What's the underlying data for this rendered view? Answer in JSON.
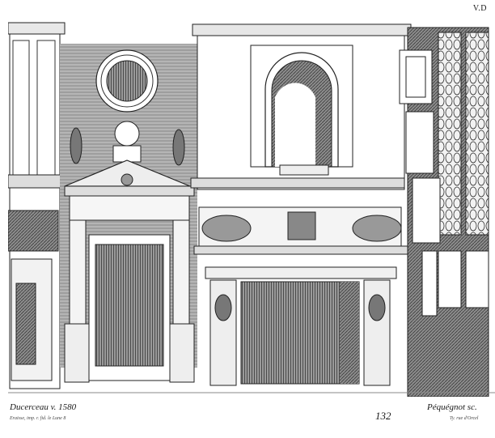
{
  "plate": {
    "volume_mark": "V.D",
    "subject": "Renaissance interior elevation with doorway, chimneypiece and mullioned window",
    "captions": {
      "artist": "Ducerceau v. 1580",
      "printer": "Eraisse, imp. r. fid. le Lune 8",
      "plate_number": "132",
      "engraver": "Péquégnot sc.",
      "address": "Ty. rue d'Orcel"
    }
  },
  "colors": {
    "paper": "#ffffff",
    "ink": "#1a1a1a",
    "wall_hatch": "#8a8a8a",
    "dark_hatch": "#3a3a3a"
  },
  "elements": {
    "oculus": "round window with moulded frame",
    "door": "pedimented doorway with Corinthian pilasters and statues",
    "niche": "arched niche above chimneypiece",
    "mantel": "chimneypiece with grotesque mask frieze and caryatid herms",
    "window": "leaded casement window with open shutters"
  }
}
